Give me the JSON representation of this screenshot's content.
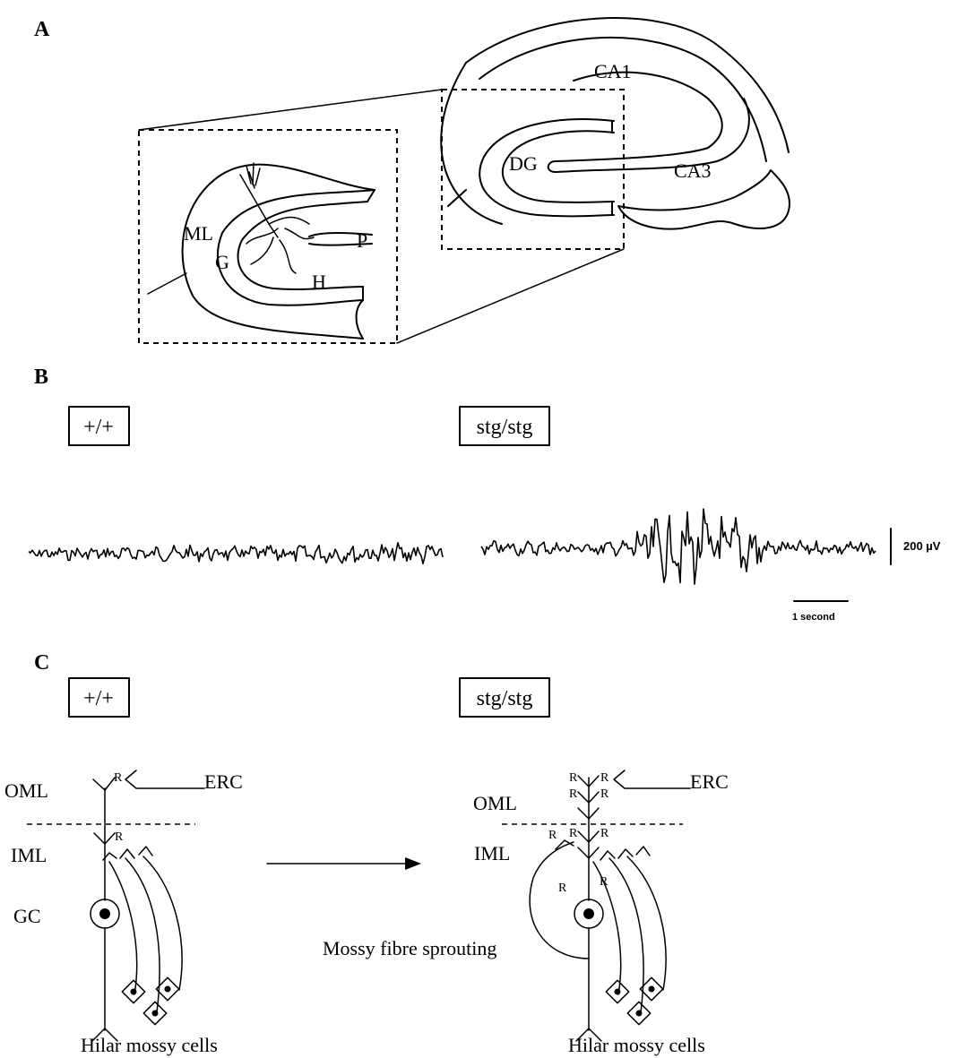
{
  "panels": {
    "a": "A",
    "b": "B",
    "c": "C"
  },
  "panel_a": {
    "labels": {
      "ca1": "CA1",
      "ca3": "CA3",
      "dg": "DG",
      "ml": "ML",
      "g": "G",
      "h": "H",
      "p": "P"
    }
  },
  "panel_b": {
    "genotype_left": "+/+",
    "genotype_right": "stg/stg",
    "scale_voltage": "200 µV",
    "scale_time": "1 second"
  },
  "panel_c": {
    "genotype_left": "+/+",
    "genotype_right": "stg/stg",
    "layer_oml": "OML",
    "layer_iml": "IML",
    "layer_gc": "GC",
    "erc": "ERC",
    "receptor": "R",
    "sprouting": "Mossy fibre sprouting",
    "hilar": "Hilar mossy cells"
  }
}
